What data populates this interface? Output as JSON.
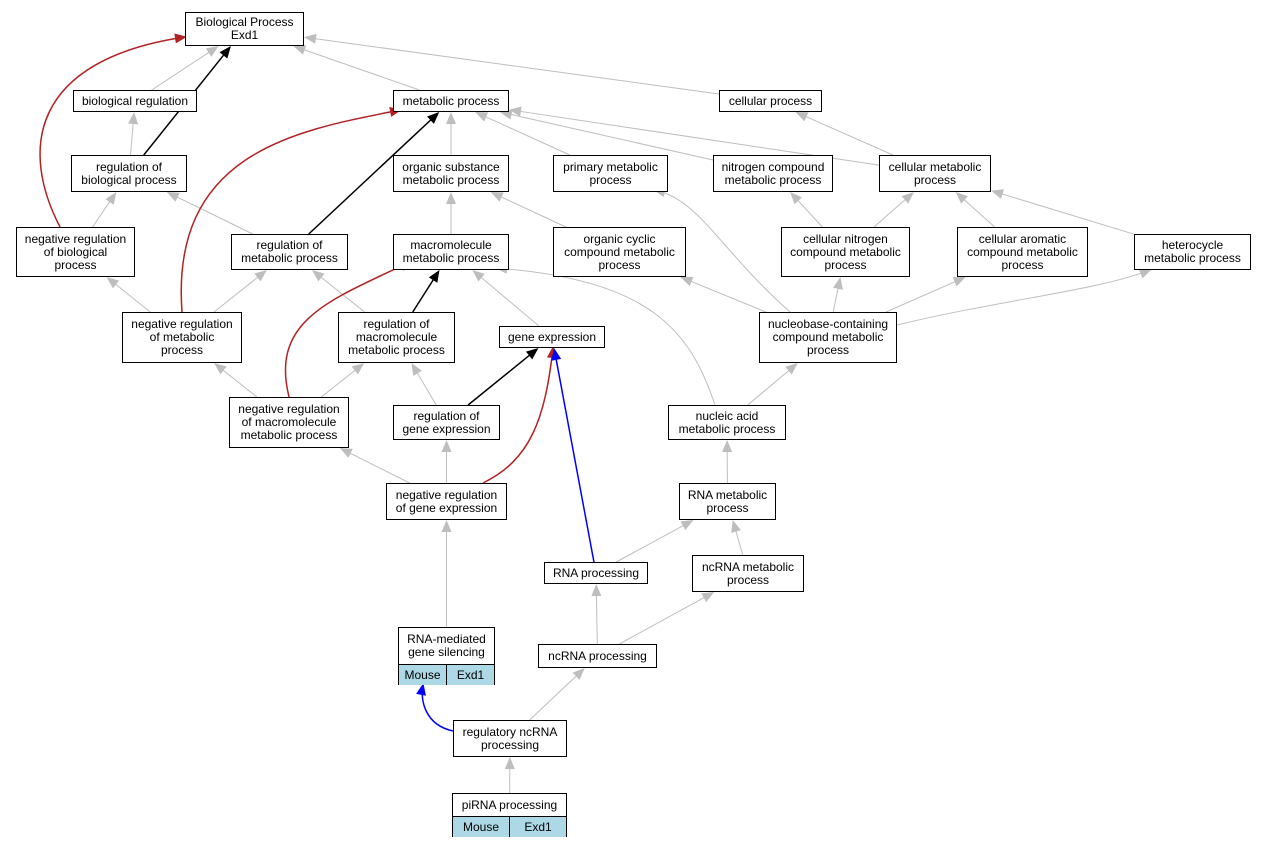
{
  "colors": {
    "edge_grey": "#bebebe",
    "edge_black": "#000000",
    "edge_red": "#b22222",
    "edge_blue": "#0000ff",
    "annotation_cell": "#add8e6"
  },
  "nodes": {
    "bp": "Biological Process\nExd1",
    "bioreg": "biological regulation",
    "metab": "metabolic process",
    "cellproc": "cellular process",
    "regbio": "regulation of\nbiological process",
    "orgsub": "organic substance\nmetabolic process",
    "primary": "primary metabolic\nprocess",
    "nitro": "nitrogen compound\nmetabolic process",
    "cellmet": "cellular metabolic\nprocess",
    "negbio": "negative regulation\nof biological\nprocess",
    "regmet": "regulation of\nmetabolic process",
    "macro": "macromolecule\nmetabolic process",
    "orgcyc": "organic cyclic\ncompound metabolic\nprocess",
    "cellnitro": "cellular nitrogen\ncompound metabolic\nprocess",
    "cellarom": "cellular aromatic\ncompound metabolic\nprocess",
    "hetero": "heterocycle\nmetabolic process",
    "negmet": "negative regulation\nof metabolic\nprocess",
    "regmacro": "regulation of\nmacromolecule\nmetabolic process",
    "geneexp": "gene expression",
    "nucleo": "nucleobase-containing\ncompound metabolic\nprocess",
    "negmacro": "negative regulation\nof macromolecule\nmetabolic process",
    "reggene": "regulation of\ngene expression",
    "nucacid": "nucleic acid\nmetabolic process",
    "neggene": "negative regulation\nof gene expression",
    "rnamet": "RNA metabolic\nprocess",
    "rnaproc": "RNA processing",
    "ncrnamet": "ncRNA metabolic\nprocess",
    "rnasil": "RNA-mediated\ngene silencing",
    "ncrnaproc": "ncRNA processing",
    "regnc": "regulatory ncRNA\nprocessing",
    "pirna": "piRNA processing"
  },
  "annotations": {
    "rnasil": [
      "Mouse",
      "Exd1"
    ],
    "pirna": [
      "Mouse",
      "Exd1"
    ]
  },
  "edges": [
    {
      "from": "bioreg",
      "to": "bp",
      "color": "grey"
    },
    {
      "from": "metab",
      "to": "bp",
      "color": "grey"
    },
    {
      "from": "cellproc",
      "to": "bp",
      "color": "grey"
    },
    {
      "from": "regbio",
      "to": "bp",
      "color": "black"
    },
    {
      "from": "negbio",
      "to": "bp",
      "color": "red"
    },
    {
      "from": "regbio",
      "to": "bioreg",
      "color": "grey"
    },
    {
      "from": "negbio",
      "to": "regbio",
      "color": "grey"
    },
    {
      "from": "regmet",
      "to": "regbio",
      "color": "grey"
    },
    {
      "from": "orgsub",
      "to": "metab",
      "color": "grey"
    },
    {
      "from": "primary",
      "to": "metab",
      "color": "grey"
    },
    {
      "from": "nitro",
      "to": "metab",
      "color": "grey"
    },
    {
      "from": "cellmet",
      "to": "metab",
      "color": "grey"
    },
    {
      "from": "regmet",
      "to": "metab",
      "color": "black"
    },
    {
      "from": "negmet",
      "to": "metab",
      "color": "red"
    },
    {
      "from": "cellmet",
      "to": "cellproc",
      "color": "grey"
    },
    {
      "from": "macro",
      "to": "orgsub",
      "color": "grey"
    },
    {
      "from": "orgcyc",
      "to": "orgsub",
      "color": "grey"
    },
    {
      "from": "nucleo",
      "to": "primary",
      "color": "grey"
    },
    {
      "from": "cellnitro",
      "to": "nitro",
      "color": "grey"
    },
    {
      "from": "cellnitro",
      "to": "cellmet",
      "color": "grey"
    },
    {
      "from": "cellarom",
      "to": "cellmet",
      "color": "grey"
    },
    {
      "from": "hetero",
      "to": "cellmet",
      "color": "grey"
    },
    {
      "from": "negmet",
      "to": "negbio",
      "color": "grey"
    },
    {
      "from": "negmet",
      "to": "regmet",
      "color": "grey"
    },
    {
      "from": "regmacro",
      "to": "regmet",
      "color": "grey"
    },
    {
      "from": "geneexp",
      "to": "macro",
      "color": "grey"
    },
    {
      "from": "regmacro",
      "to": "macro",
      "color": "black"
    },
    {
      "from": "negmacro",
      "to": "macro",
      "color": "red"
    },
    {
      "from": "nucacid",
      "to": "macro",
      "color": "grey"
    },
    {
      "from": "nucleo",
      "to": "orgcyc",
      "color": "grey"
    },
    {
      "from": "nucleo",
      "to": "cellnitro",
      "color": "grey"
    },
    {
      "from": "nucleo",
      "to": "cellarom",
      "color": "grey"
    },
    {
      "from": "nucleo",
      "to": "hetero",
      "color": "grey"
    },
    {
      "from": "negmacro",
      "to": "negmet",
      "color": "grey"
    },
    {
      "from": "negmacro",
      "to": "regmacro",
      "color": "grey"
    },
    {
      "from": "reggene",
      "to": "regmacro",
      "color": "grey"
    },
    {
      "from": "reggene",
      "to": "geneexp",
      "color": "black"
    },
    {
      "from": "neggene",
      "to": "geneexp",
      "color": "red"
    },
    {
      "from": "rnaproc",
      "to": "geneexp",
      "color": "blue"
    },
    {
      "from": "nucacid",
      "to": "nucleo",
      "color": "grey"
    },
    {
      "from": "neggene",
      "to": "negmacro",
      "color": "grey"
    },
    {
      "from": "neggene",
      "to": "reggene",
      "color": "grey"
    },
    {
      "from": "rnamet",
      "to": "nucacid",
      "color": "grey"
    },
    {
      "from": "rnaproc",
      "to": "rnamet",
      "color": "grey"
    },
    {
      "from": "ncrnamet",
      "to": "rnamet",
      "color": "grey"
    },
    {
      "from": "rnasil",
      "to": "neggene",
      "color": "grey"
    },
    {
      "from": "ncrnaproc",
      "to": "rnaproc",
      "color": "grey"
    },
    {
      "from": "ncrnaproc",
      "to": "ncrnamet",
      "color": "grey"
    },
    {
      "from": "regnc",
      "to": "ncrnaproc",
      "color": "grey"
    },
    {
      "from": "regnc",
      "to": "rnasil",
      "color": "blue"
    },
    {
      "from": "pirna",
      "to": "regnc",
      "color": "grey"
    }
  ]
}
